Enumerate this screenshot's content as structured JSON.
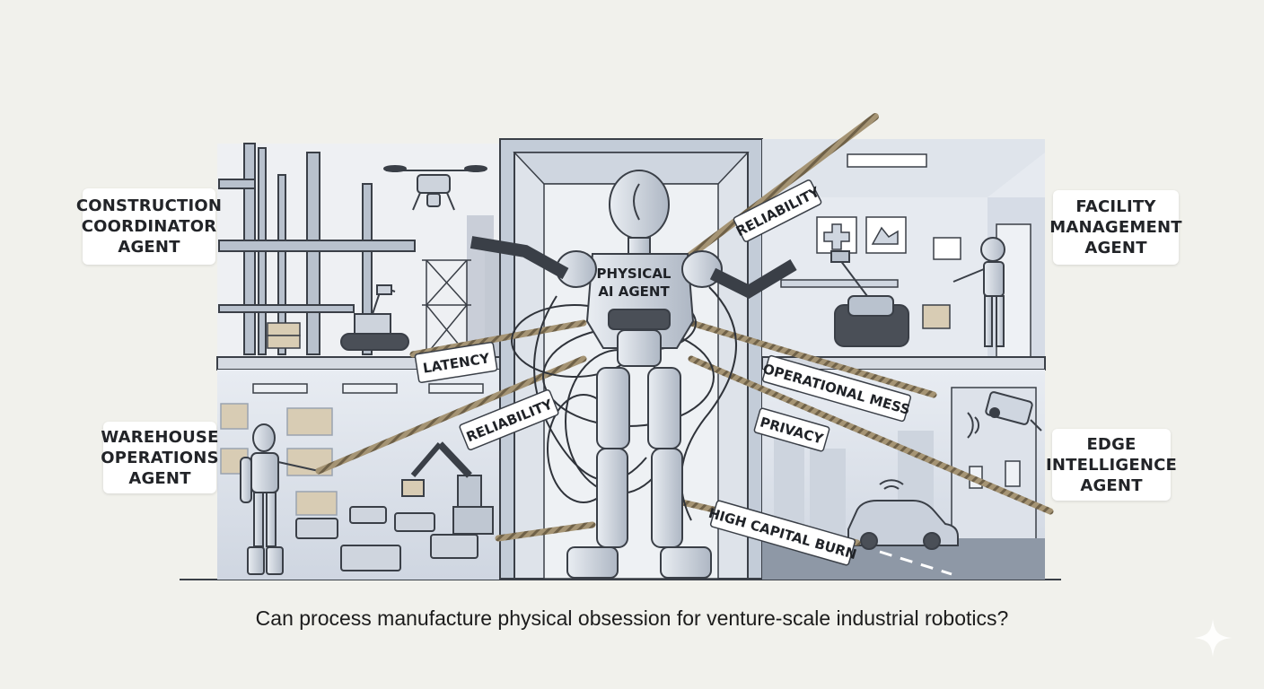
{
  "caption": "Can process manufacture physical obsession for venture-scale industrial robotics?",
  "central_agent": {
    "line1": "PHYSICAL",
    "line2": "AI AGENT"
  },
  "agents": {
    "construction": [
      "CONSTRUCTION",
      "COORDINATOR",
      "AGENT"
    ],
    "warehouse": [
      "WAREHOUSE",
      "OPERATIONS",
      "AGENT"
    ],
    "facility": [
      "FACILITY",
      "MANAGEMENT",
      "AGENT"
    ],
    "edge": [
      "EDGE",
      "INTELLIGENCE",
      "AGENT"
    ]
  },
  "tags": {
    "reliability_top": "RELIABILITY",
    "latency": "LATENCY",
    "reliability_left": "RELIABILITY",
    "operational_mess": "OPERATIONAL MESS",
    "privacy": "PRIVACY",
    "high_capital_burn": "HIGH CAPITAL BURN"
  },
  "colors": {
    "background": "#f1f1ec",
    "line": "#3a3f47",
    "panel": "#dfe4ec",
    "rope": "#9a8a6d"
  },
  "icons": [
    "drone-icon",
    "medical-cross-icon",
    "security-camera-icon",
    "car-icon",
    "sparkle-icon"
  ]
}
